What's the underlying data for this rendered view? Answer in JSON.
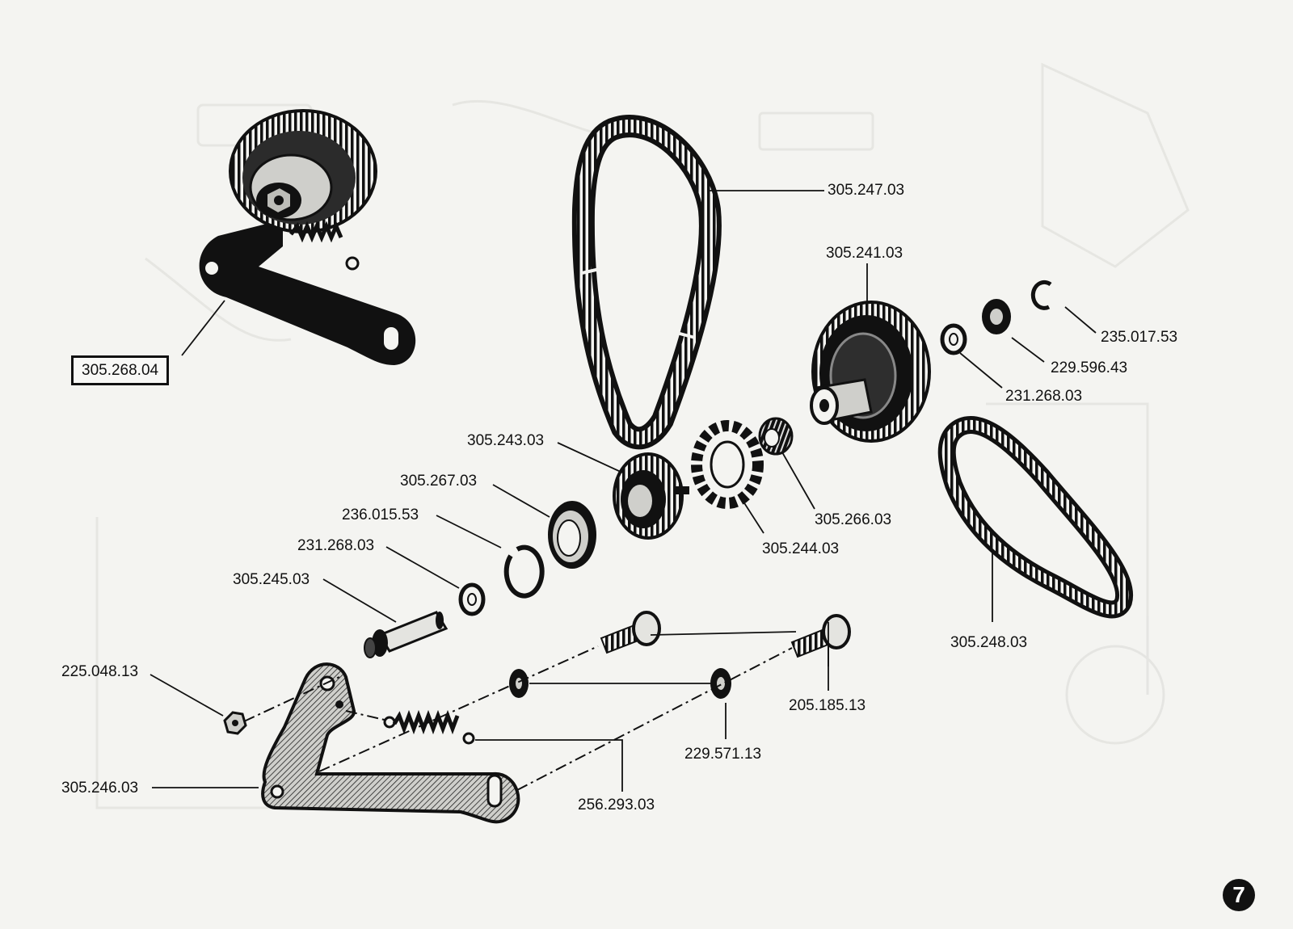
{
  "labels": {
    "tensioner_assembly": "305.268.04",
    "belt_top": "305.247.03",
    "large_pulley": "305.241.03",
    "clip_right": "235.017.53",
    "washer_right": "229.596.43",
    "small_washer_right": "231.268.03",
    "pulley_hub": "305.243.03",
    "spacer_ring": "305.267.03",
    "circlip": "236.015.53",
    "small_washer_left": "231.268.03",
    "shaft": "305.245.03",
    "bushing": "305.266.03",
    "damper": "305.244.03",
    "belt_right": "305.248.03",
    "nut": "225.048.13",
    "screw": "205.185.13",
    "washer_bottom": "229.571.13",
    "lever_arm": "305.246.03",
    "spring": "256.293.03"
  },
  "page_number": "7",
  "colors": {
    "ink": "#111111",
    "paper": "#f4f4f1",
    "ghost": "#dadad6"
  }
}
